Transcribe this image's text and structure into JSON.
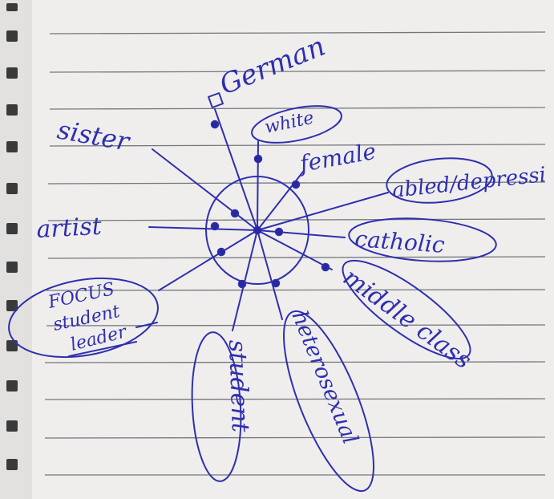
{
  "identity_web": {
    "labels": {
      "german": "German",
      "white": "white",
      "sister": "sister",
      "female": "female",
      "abled_depressed": "abled/depressi",
      "artist": "artist",
      "catholic": "catholic",
      "middle_class": "middle class",
      "focus_line1": "FOCUS",
      "focus_line2": "student",
      "focus_line3": "leader",
      "student": "student",
      "heterosexual": "heterosexual"
    }
  }
}
